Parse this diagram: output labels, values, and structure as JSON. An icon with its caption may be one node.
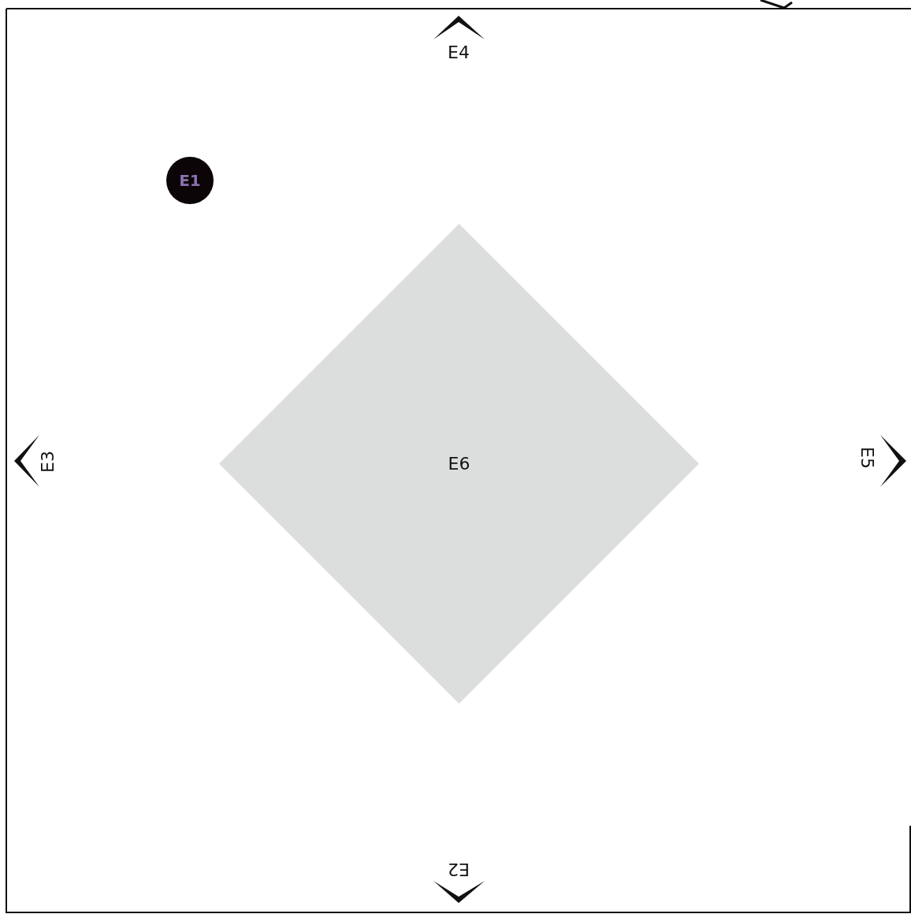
{
  "diagram": {
    "nodes": [
      {
        "text": [
          "E1"
        ]
      },
      {
        "text": [
          "E6"
        ]
      }
    ],
    "labels": [
      "E4",
      "E3",
      "E5",
      "E2"
    ]
  }
}
